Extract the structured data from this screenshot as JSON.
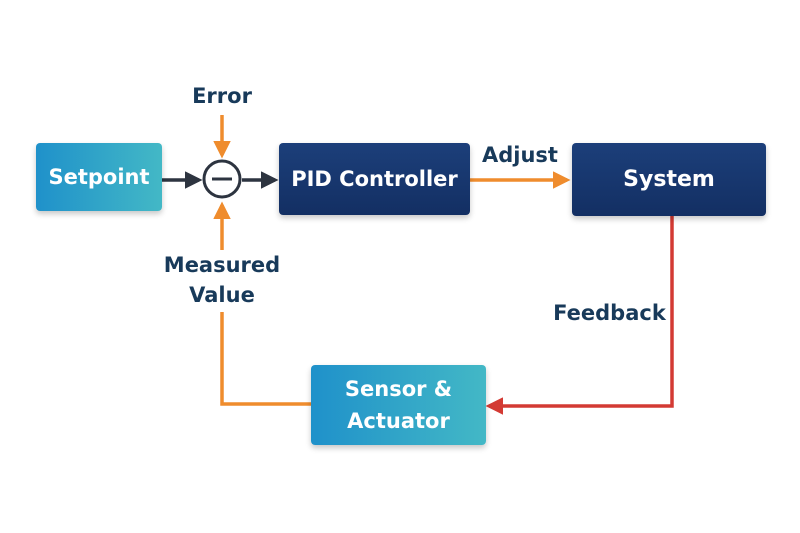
{
  "diagram": {
    "nodes": {
      "setpoint": "Setpoint",
      "pid_controller": "PID Controller",
      "system": "System",
      "sensor_actuator": "Sensor &\nActuator",
      "summing_junction": "−"
    },
    "labels": {
      "error": "Error",
      "adjust": "Adjust",
      "feedback": "Feedback",
      "measured_value_line1": "Measured",
      "measured_value_line2": "Value"
    },
    "edges": [
      {
        "from": "setpoint",
        "to": "summing_junction"
      },
      {
        "from": "error",
        "to": "summing_junction"
      },
      {
        "from": "summing_junction",
        "to": "pid_controller"
      },
      {
        "from": "pid_controller",
        "to": "system",
        "label": "Adjust"
      },
      {
        "from": "system",
        "to": "sensor_actuator",
        "label": "Feedback"
      },
      {
        "from": "sensor_actuator",
        "to": "summing_junction",
        "label": "Measured Value"
      }
    ],
    "colors": {
      "teal": "#2ba3c8",
      "navy": "#173a72",
      "orange": "#ef8c2d",
      "red": "#d33a33",
      "dark_arrow": "#2d3440",
      "label_text": "#183a5a"
    }
  }
}
